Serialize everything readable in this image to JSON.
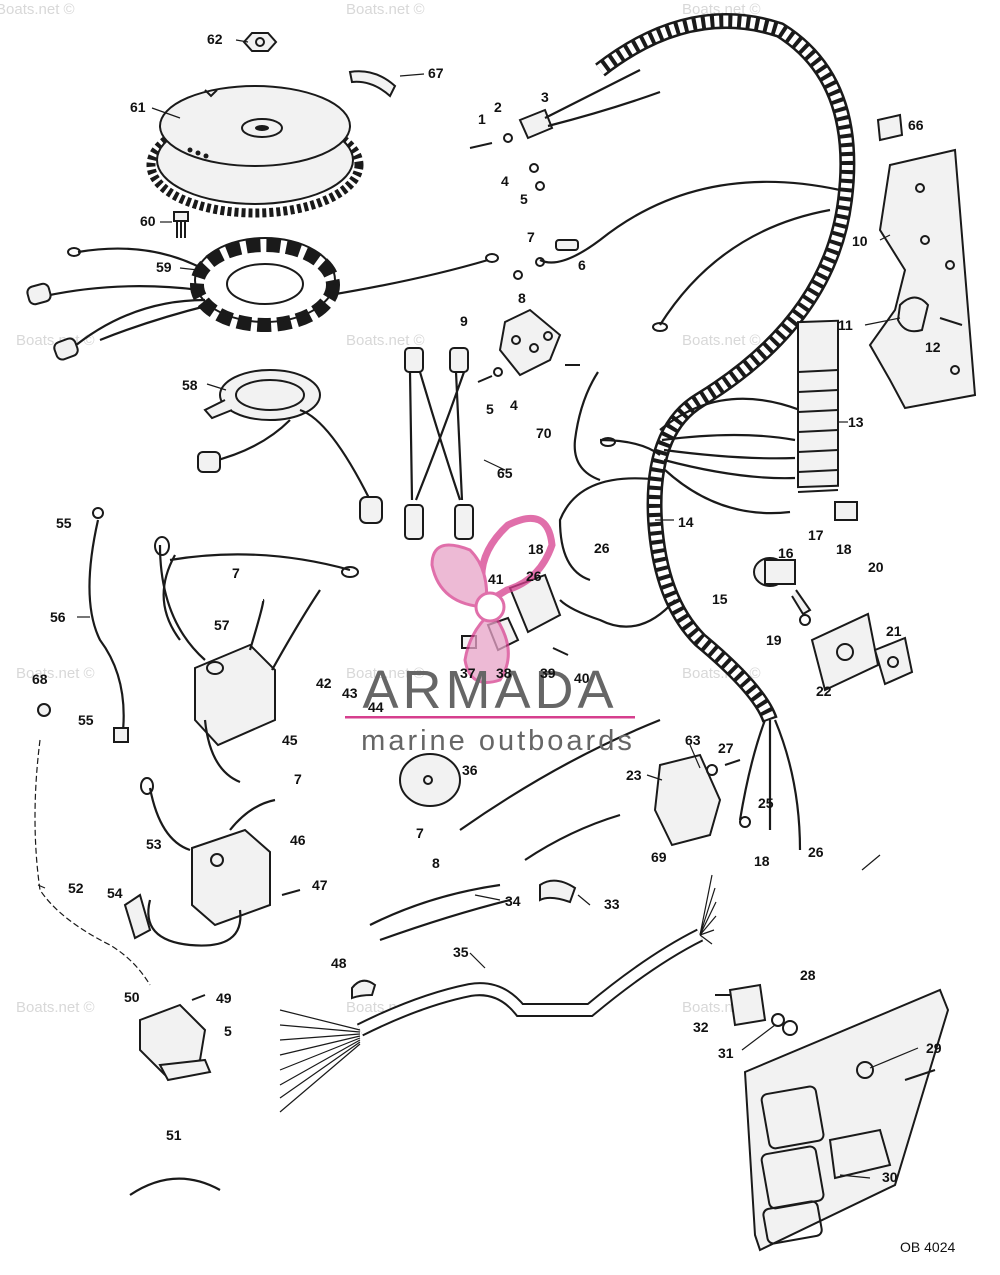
{
  "watermark": {
    "text": "Boats.net ©"
  },
  "brand": {
    "name": "ARMADA",
    "tagline": "marine outboards",
    "accent": "#d63f8e",
    "text_color": "#666666"
  },
  "drawing_code": "OB 4024",
  "callouts": {
    "c1": "1",
    "c2": "2",
    "c3": "3",
    "c4": "4",
    "c5": "5",
    "c6": "6",
    "c7": "7",
    "c8": "8",
    "c9": "9",
    "c10": "10",
    "c11": "11",
    "c12": "12",
    "c13": "13",
    "c14": "14",
    "c15": "15",
    "c16": "16",
    "c17": "17",
    "c18": "18",
    "c19": "19",
    "c20": "20",
    "c21": "21",
    "c22": "22",
    "c23": "23",
    "c25": "25",
    "c26": "26",
    "c27": "27",
    "c28": "28",
    "c29": "29",
    "c30": "30",
    "c31": "31",
    "c32": "32",
    "c33": "33",
    "c34": "34",
    "c35": "35",
    "c36": "36",
    "c37": "37",
    "c38": "38",
    "c39": "39",
    "c40": "40",
    "c41": "41",
    "c42": "42",
    "c43": "43",
    "c44": "44",
    "c45": "45",
    "c46": "46",
    "c47": "47",
    "c48": "48",
    "c49": "49",
    "c50": "50",
    "c51": "51",
    "c52": "52",
    "c53": "53",
    "c54": "54",
    "c55": "55",
    "c56": "56",
    "c57": "57",
    "c58": "58",
    "c59": "59",
    "c60": "60",
    "c61": "61",
    "c62": "62",
    "c63": "63",
    "c65": "65",
    "c66": "66",
    "c67": "67",
    "c68": "68",
    "c69": "69",
    "c70": "70"
  }
}
